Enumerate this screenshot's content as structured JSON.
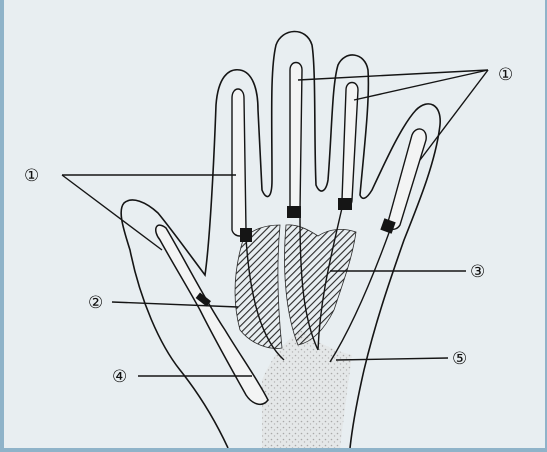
{
  "diagram": {
    "callouts": [
      {
        "id": "c1-top-right",
        "label": "①"
      },
      {
        "id": "c1-left",
        "label": "①"
      },
      {
        "id": "c2",
        "label": "②"
      },
      {
        "id": "c3",
        "label": "③"
      },
      {
        "id": "c4",
        "label": "④"
      },
      {
        "id": "c5",
        "label": "⑤"
      }
    ]
  },
  "colors": {
    "paper": "#e8eef1",
    "frame": "#8fb3c9",
    "ink": "#151515",
    "hatch": "#2a2a2a",
    "stipple": "#b9b9b9"
  }
}
